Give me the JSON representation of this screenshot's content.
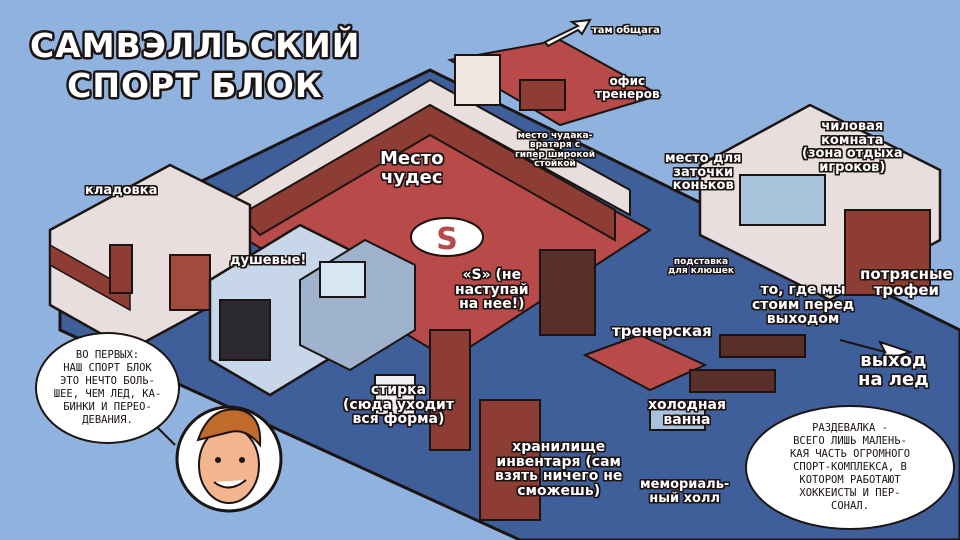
{
  "title": {
    "line1": "САМВЭЛЛЬСКИЙ",
    "line2": "СПОРТ БЛОК"
  },
  "labels": {
    "dorm": "там общага",
    "coach_office": "офис\nтренеров",
    "goalie_spot": "место чудака-\nвратаря с\nгипер широкой\nстойкой",
    "miracle_spot": "Место\nчудес",
    "sharpening": "место для\nзаточки\nконьков",
    "chill_room": "чиловая\nкомната\n(зона отдыха\nигроков)",
    "storage": "кладовка",
    "showers": "душевые!",
    "s_logo_note": "«S» (не\nнаступай\nна нее!)",
    "stick_rack": "подставка\nдля клюшек",
    "before_exit": "то, где мы\nстоим перед\nвыходом",
    "trophies": "потрясные\nтрофеи",
    "coach_room": "тренерская",
    "exit_ice": "выход\nна лед",
    "laundry": "стирка\n(сюда уходит\nвся форма)",
    "cold_bath": "холодная\nванна",
    "equipment": "хранилище\nинвентаря (сам\nвзять ничего не\nсможешь)",
    "memorial": "мемориаль-\nный холл"
  },
  "bubbles": {
    "left": "ВО ПЕРВЫХ:\nНАШ СПОРТ БЛОК\nЭТО НЕЧТО БОЛЬ-\nШЕЕ, ЧЕМ ЛЕД, КА-\nБИНКИ И ПЕРЕО-\nДЕВАНИЯ.",
    "right": "РАЗДЕВАЛКА -\nВСЕГО ЛИШЬ МАЛЕНЬ-\nКАЯ ЧАСТЬ ОГРОМНОГО\nСПОРТ-КОМПЛЕКСА, В\nКОТОРОМ РАБОТАЮТ\nХОККЕИСТЫ И ПЕР-\nСОНАЛ."
  },
  "logo_letter": "S",
  "colors": {
    "background": "#8fb2df",
    "floor_blue": "#3f5f9a",
    "floor_red": "#b84a4a",
    "wall": "#e8dede",
    "wood": "#8e3d34",
    "outline": "#1c1412"
  }
}
